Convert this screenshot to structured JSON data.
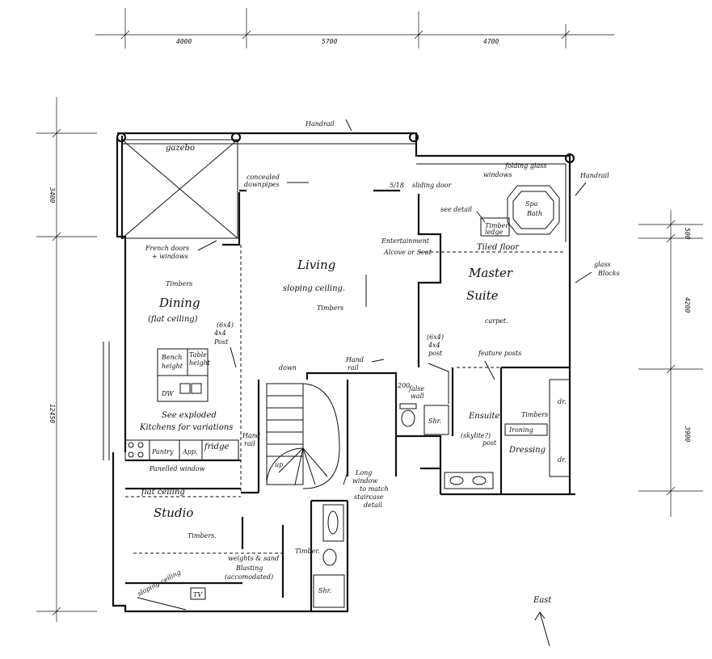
{
  "dimensions": {
    "top": [
      "4000",
      "5700",
      "4700"
    ],
    "left": [
      "3400",
      "12450"
    ],
    "right": [
      "500",
      "4200",
      "3900"
    ]
  },
  "rooms": {
    "gazebo": "gazebo",
    "living": "Living",
    "living_ceiling": "sloping ceiling.",
    "living_floor": "Timbers",
    "dining": "Dining",
    "dining_ceiling": "(flat ceiling)",
    "dining_floor": "Timbers",
    "master": "Master",
    "master2": "Suite",
    "master_floor": "carpet.",
    "ensuite": "Ensuite",
    "ensuite_skylight": "(skylite?)",
    "ensuite_floor": "Timbers",
    "dressing": "Dressing",
    "studio": "Studio",
    "studio_floor": "Timbers.",
    "studio_ceiling": "sloping ceiling",
    "studio_flat": "flat ceiling"
  },
  "labels": {
    "handrail_top": "Handrail",
    "concealed": "concealed",
    "downpipes": "downpipes",
    "sliding_door": "sliding door",
    "sliding_num": "5/18",
    "folding_glass": "folding glass",
    "windows": "windows",
    "handrail_right": "Handrail",
    "spa": "Spa",
    "spa2": "Bath",
    "see_detail": "see detail",
    "timber_ledge": "Timber",
    "timber_ledge2": "ledge",
    "entertainment": "Entertainment",
    "alcove": "Alcove  or Seat",
    "tiled_floor": "Tiled floor",
    "glass_blocks": "glass",
    "glass_blocks2": "Blocks",
    "french_doors": "French doors",
    "french_windows": "+ windows",
    "post_a": "(6x4)",
    "post_b": "4x4",
    "post_c": "Post",
    "bench": "Bench",
    "bench2": "height",
    "table": "Table",
    "table2": "height",
    "dw": "DW",
    "see_exploded": "See exploded",
    "kitchens": "Kitchens for variations",
    "pantry": "Pantry",
    "app": "App.",
    "fridge": "fridge",
    "panelled_window": "Panelled  window",
    "down": "down",
    "hand_rail": "Hand",
    "hand_rail2": "rail",
    "hand_rail_mid": "Hand",
    "hand_rail_mid2": "rail",
    "false_wall": "200",
    "false_wall2": "false",
    "false_wall3": "wall",
    "post_4x4_a": "(6x4)",
    "post_4x4_b": "4x4",
    "post_4x4_c": "post",
    "feature_posts": "feature posts",
    "post_small": "post",
    "shr": "Shr.",
    "shr2": "Shr.",
    "ironing": "Ironing",
    "dr1": "dr.",
    "dr2": "dr.",
    "long_window": "Long",
    "long_window2": "window",
    "long_window3": "to match",
    "long_window4": "staircase",
    "long_window5": "detail",
    "up": "up",
    "weights": "weights & sand",
    "blasting": "Blasting",
    "accom": "(accomodated)",
    "timber_studio": "Timber.",
    "tv": "TV",
    "east": "East"
  }
}
